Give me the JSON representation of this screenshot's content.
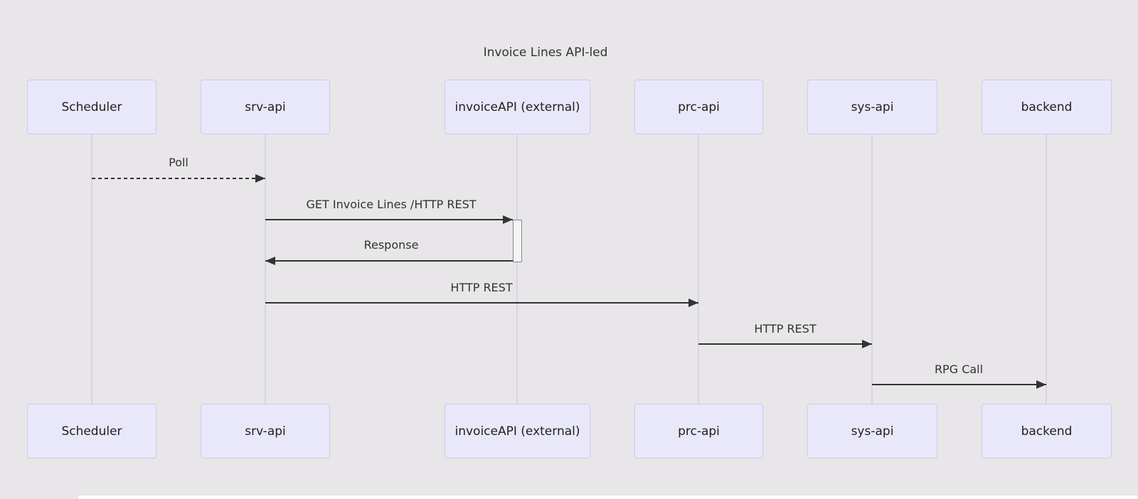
{
  "diagram": {
    "title": "Invoice Lines API-led",
    "type": "sequence-diagram",
    "colors": {
      "background": "#e8e6e8",
      "actor_fill": "#e9e8fa",
      "actor_border": "#d0c9ec",
      "lifeline": "#d8d2ee",
      "message": "#333333",
      "activation_fill": "#f4f4f4",
      "activation_border": "#888888"
    }
  },
  "actors": [
    {
      "label": "Scheduler"
    },
    {
      "label": "srv-api"
    },
    {
      "label": "invoiceAPI (external)"
    },
    {
      "label": "prc-api"
    },
    {
      "label": "sys-api"
    },
    {
      "label": "backend"
    }
  ],
  "messages": [
    {
      "label": "Poll",
      "from": "Scheduler",
      "to": "srv-api",
      "line": "dashed"
    },
    {
      "label": "GET Invoice Lines /HTTP REST",
      "from": "srv-api",
      "to": "invoiceAPI (external)",
      "line": "solid"
    },
    {
      "label": "Response",
      "from": "invoiceAPI (external)",
      "to": "srv-api",
      "line": "solid"
    },
    {
      "label": "HTTP REST",
      "from": "srv-api",
      "to": "prc-api",
      "line": "solid"
    },
    {
      "label": "HTTP REST",
      "from": "prc-api",
      "to": "sys-api",
      "line": "solid"
    },
    {
      "label": "RPG Call",
      "from": "sys-api",
      "to": "backend",
      "line": "solid"
    }
  ]
}
